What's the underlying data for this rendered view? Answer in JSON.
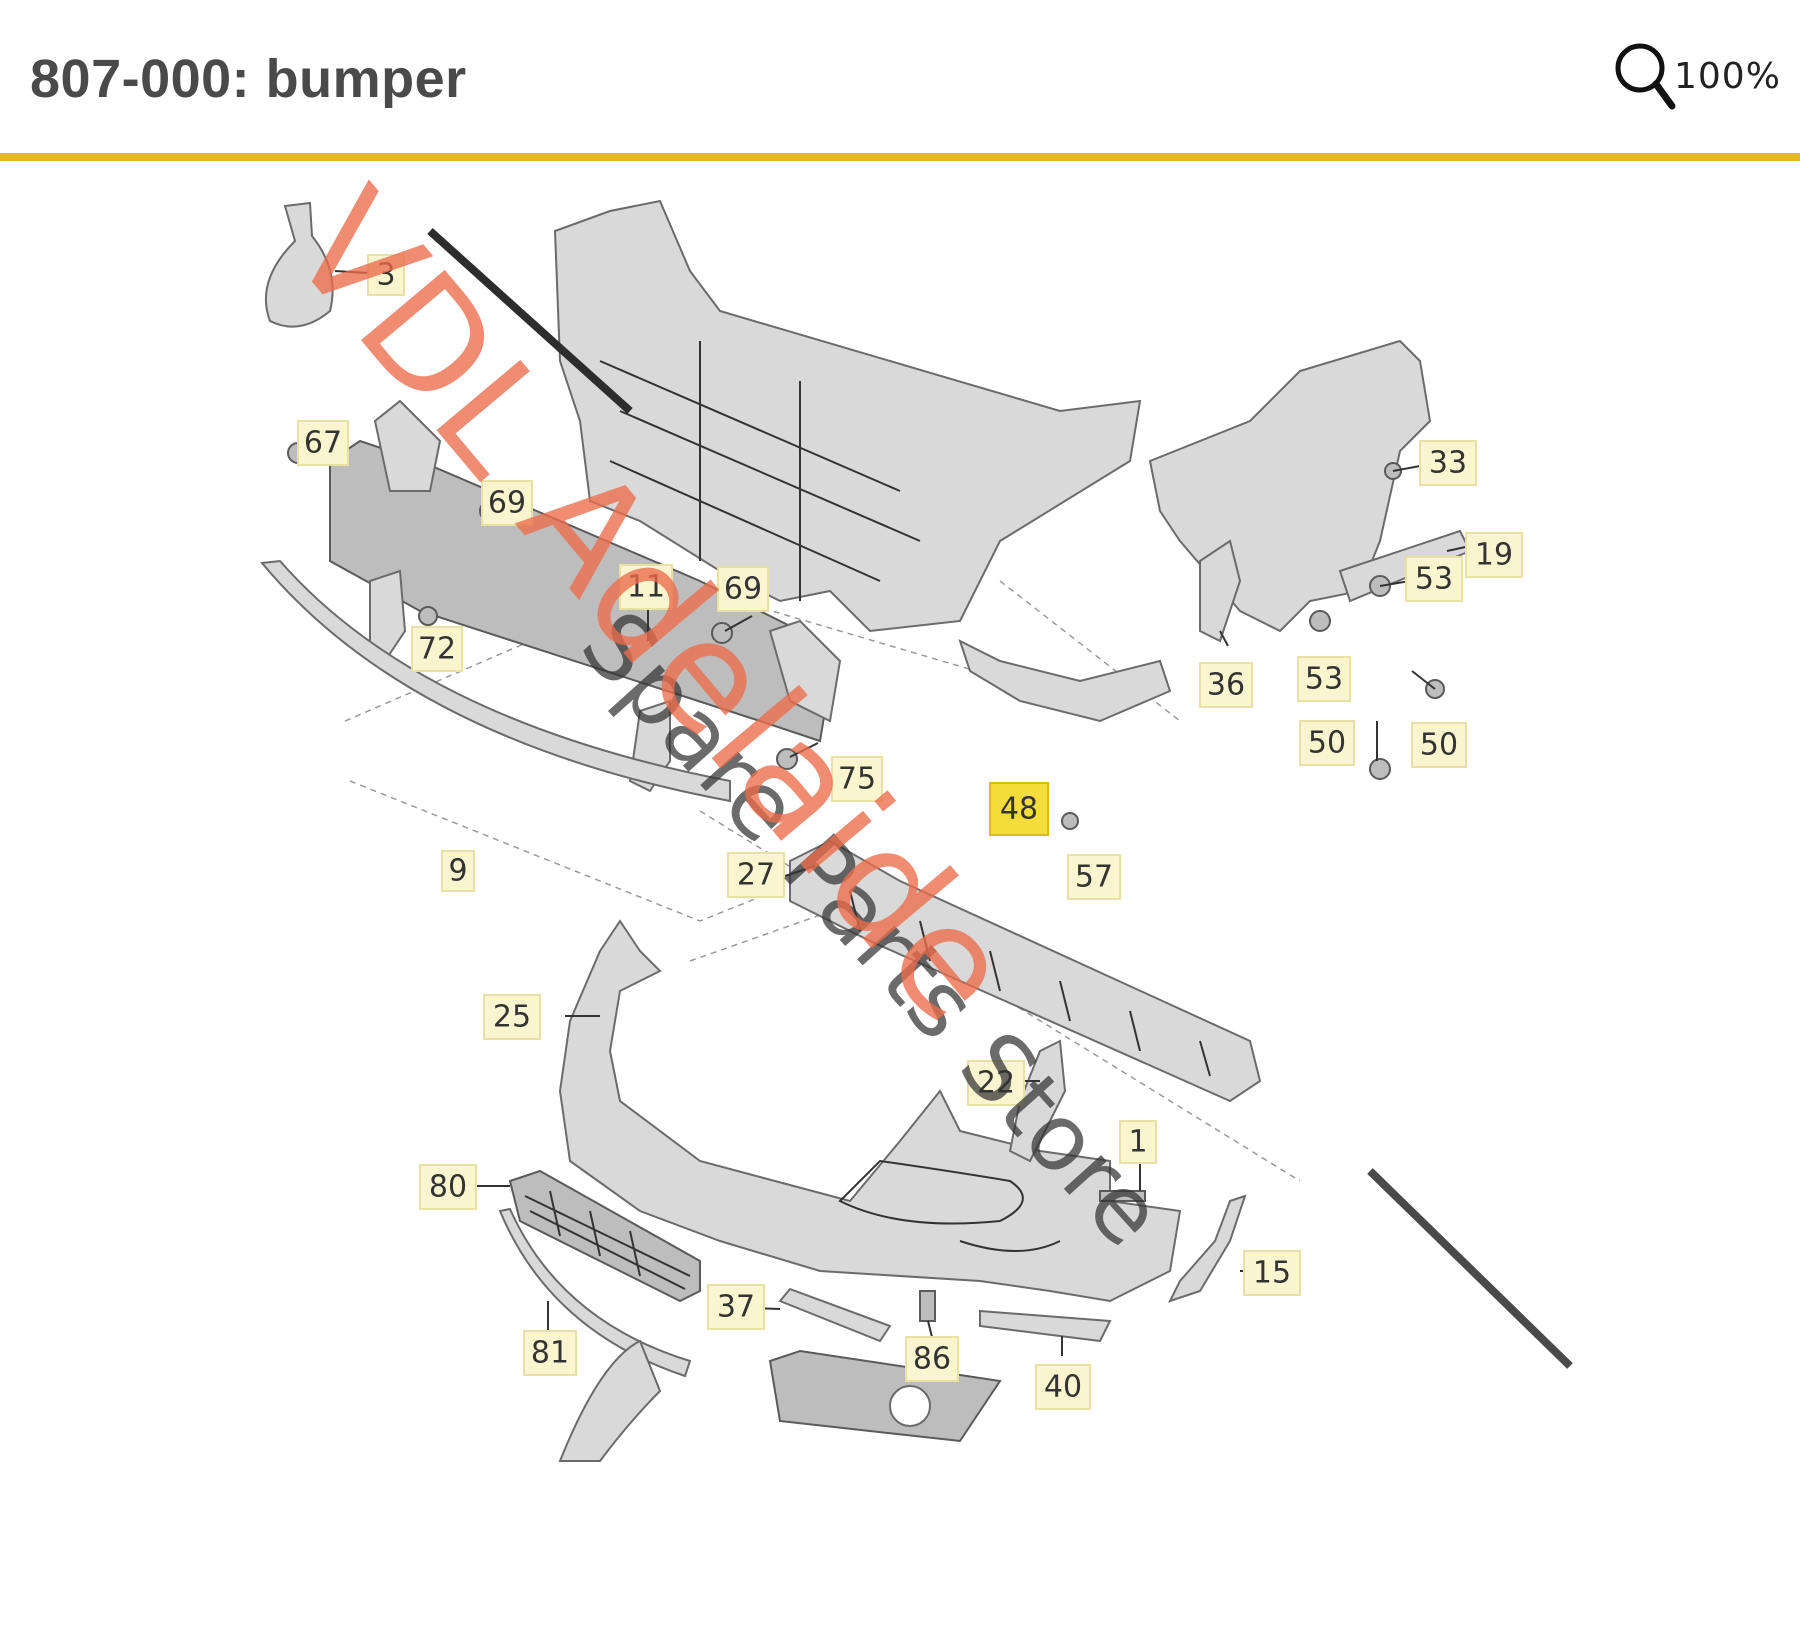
{
  "header": {
    "title": "807-000: bumper",
    "zoom_label": "100%"
  },
  "colors": {
    "accent_rule": "#e2b826",
    "callout_fill": "#fbf5cf",
    "callout_highlight": "#f4dd3b",
    "watermark_main": "#ec6c4a"
  },
  "icons": {
    "zoom": "magnifier-icon"
  },
  "watermark": {
    "line1": "VDL Adelaide",
    "line2": "Spare Parts Store"
  },
  "callouts": [
    {
      "label": "3"
    },
    {
      "label": "67"
    },
    {
      "label": "69"
    },
    {
      "label": "11"
    },
    {
      "label": "69"
    },
    {
      "label": "72"
    },
    {
      "label": "9"
    },
    {
      "label": "75"
    },
    {
      "label": "33"
    },
    {
      "label": "53"
    },
    {
      "label": "19"
    },
    {
      "label": "53"
    },
    {
      "label": "36"
    },
    {
      "label": "50"
    },
    {
      "label": "50"
    },
    {
      "label": "48"
    },
    {
      "label": "57"
    },
    {
      "label": "27"
    },
    {
      "label": "25"
    },
    {
      "label": "22"
    },
    {
      "label": "1"
    },
    {
      "label": "80"
    },
    {
      "label": "15"
    },
    {
      "label": "37"
    },
    {
      "label": "81"
    },
    {
      "label": "86"
    },
    {
      "label": "40"
    }
  ]
}
